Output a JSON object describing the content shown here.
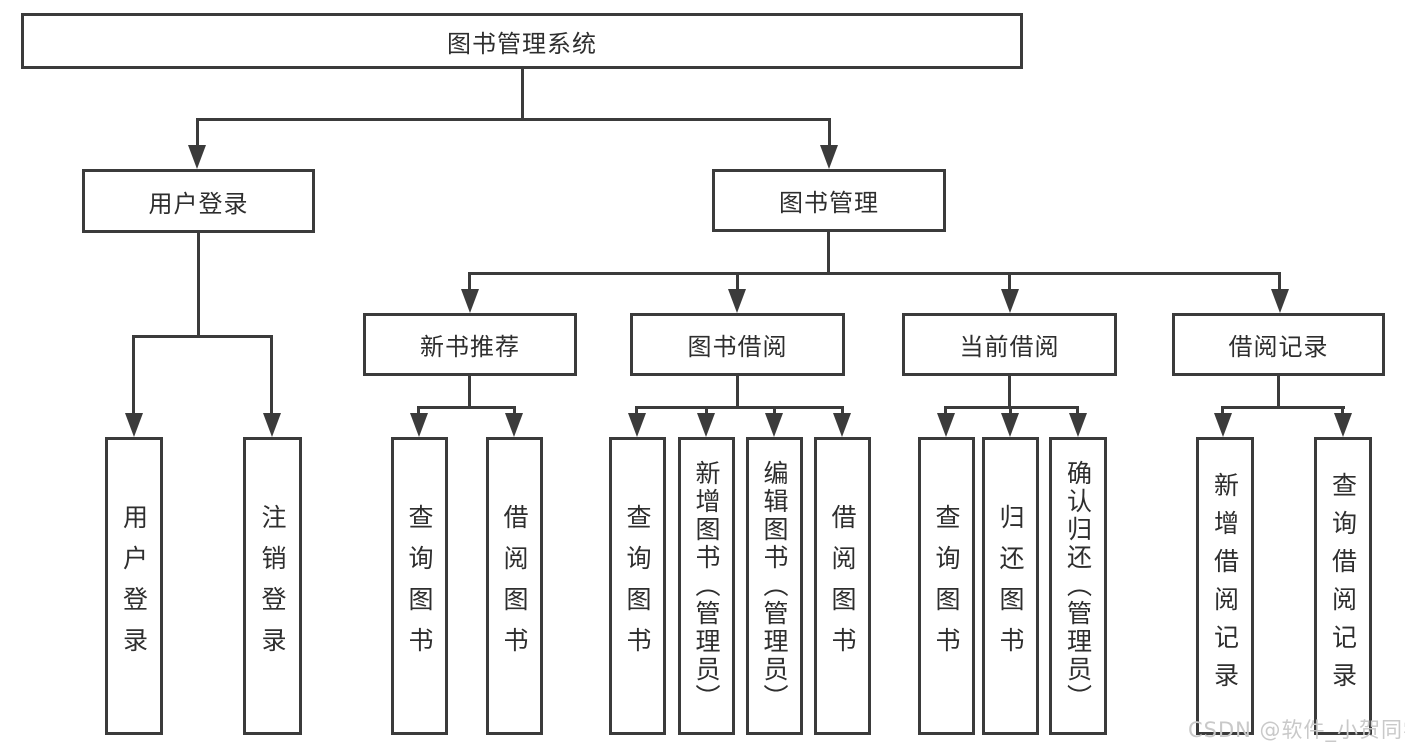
{
  "diagram": {
    "root": "图书管理系统",
    "branches": [
      {
        "label": "用户登录",
        "children": [
          {
            "label": "用户登录"
          },
          {
            "label": "注销登录"
          }
        ]
      },
      {
        "label": "图书管理",
        "children": [
          {
            "label": "新书推荐",
            "children": [
              {
                "label": "查询图书"
              },
              {
                "label": "借阅图书"
              }
            ]
          },
          {
            "label": "图书借阅",
            "children": [
              {
                "label": "查询图书"
              },
              {
                "label": "新增图书（管理员）"
              },
              {
                "label": "编辑图书（管理员）"
              },
              {
                "label": "借阅图书"
              }
            ]
          },
          {
            "label": "当前借阅",
            "children": [
              {
                "label": "查询图书"
              },
              {
                "label": "归还图书"
              },
              {
                "label": "确认归还（管理员）"
              }
            ]
          },
          {
            "label": "借阅记录",
            "children": [
              {
                "label": "新增借阅记录"
              },
              {
                "label": "查询借阅记录"
              }
            ]
          }
        ]
      }
    ]
  },
  "watermark": {
    "text": "CSDN @软件_小贺同学"
  },
  "colors": {
    "line": "#3b3b3b",
    "box_border": "#3b3b3b",
    "text": "#2e2e2e",
    "watermark": "#c9c9c9",
    "background": "#ffffff"
  }
}
